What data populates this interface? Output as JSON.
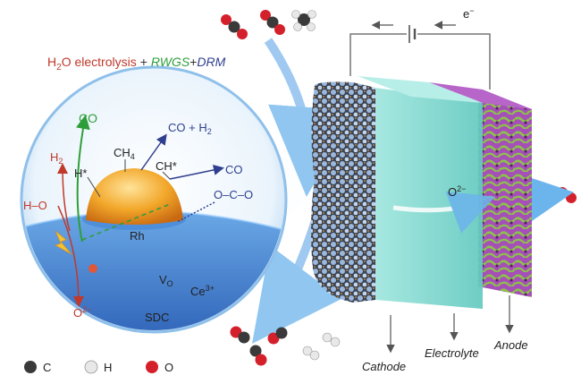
{
  "header": {
    "part_h2o": "H",
    "part_sub2": "2",
    "part_o_electrolysis": "O electrolysis",
    "plus1": "+",
    "rwgs": "RWGS",
    "plus2": "+",
    "drm": "DRM"
  },
  "bubble": {
    "co_top": "CO",
    "h2_base": "H",
    "h2_sub": "2",
    "h_star": "H*",
    "ch4_base": "CH",
    "ch4_sub": "4",
    "co_plus_h2_a": "CO + H",
    "co_plus_h2_sub": "2",
    "ch_star": "CH*",
    "co_right": "CO",
    "oco": "O–C–O",
    "ho": "H–O",
    "rh": "Rh",
    "vo_base": "V",
    "vo_sub": "O",
    "ce_base": "Ce",
    "ce_sup": "3+",
    "o2_base": "O",
    "o2_sup": "2−",
    "sdc": "SDC"
  },
  "cell": {
    "electron_base": "e",
    "electron_sup": "−",
    "o2_base": "O",
    "o2_sup": "2−",
    "cathode": "Cathode",
    "electrolyte": "Electrolyte",
    "anode": "Anode"
  },
  "legend": {
    "items": [
      {
        "atom": "C",
        "color": "#3a3a3a"
      },
      {
        "atom": "H",
        "color": "#e8e8e8"
      },
      {
        "atom": "O",
        "color": "#d4202a"
      }
    ]
  },
  "colors": {
    "h2o_text": "#c0392b",
    "rwgs_text": "#2e9e3a",
    "drm_text": "#2f3f8f",
    "electrolyte": "#7fd9d0",
    "anode_purple": "#a64fb8",
    "anode_green": "#8bc34a",
    "rh_gold": "#f2a72a"
  }
}
